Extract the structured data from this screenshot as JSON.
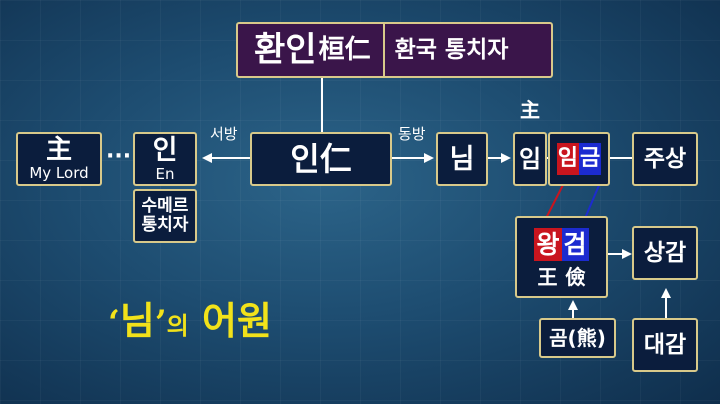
{
  "title": {
    "name": "환인",
    "hanja": "桓仁",
    "desc": "환국 통치자"
  },
  "lord": {
    "hanja": "主",
    "english": "My Lord"
  },
  "ellipsis": "···",
  "in_west": {
    "name": "인",
    "roman": "En",
    "desc_line1": "수메르",
    "desc_line2": "통치자"
  },
  "arrow_west_label": "서방",
  "in_center": "인仁",
  "arrow_east_label": "동방",
  "nim": "님",
  "im": {
    "hanja": "主",
    "name": "임"
  },
  "imgeum": {
    "part1": "임",
    "part2": "금"
  },
  "jusang": "주상",
  "wanggeom": {
    "part1": "왕",
    "part2": "검",
    "hanja1": "王",
    "hanja2": "儉"
  },
  "gom": "곰(熊)",
  "sanggam": "상감",
  "daegam": "대감",
  "footer": {
    "quote_open": "‘",
    "word": "님",
    "quote_close": "’",
    "particle": "의",
    "rest": " 어원"
  },
  "colors": {
    "box_bg": "#0b1d3d",
    "border": "#d8c98a",
    "title_bg": "#3a154a",
    "red": "#c9151e",
    "blue": "#1c2bd0",
    "gold": "#f2e21a"
  }
}
